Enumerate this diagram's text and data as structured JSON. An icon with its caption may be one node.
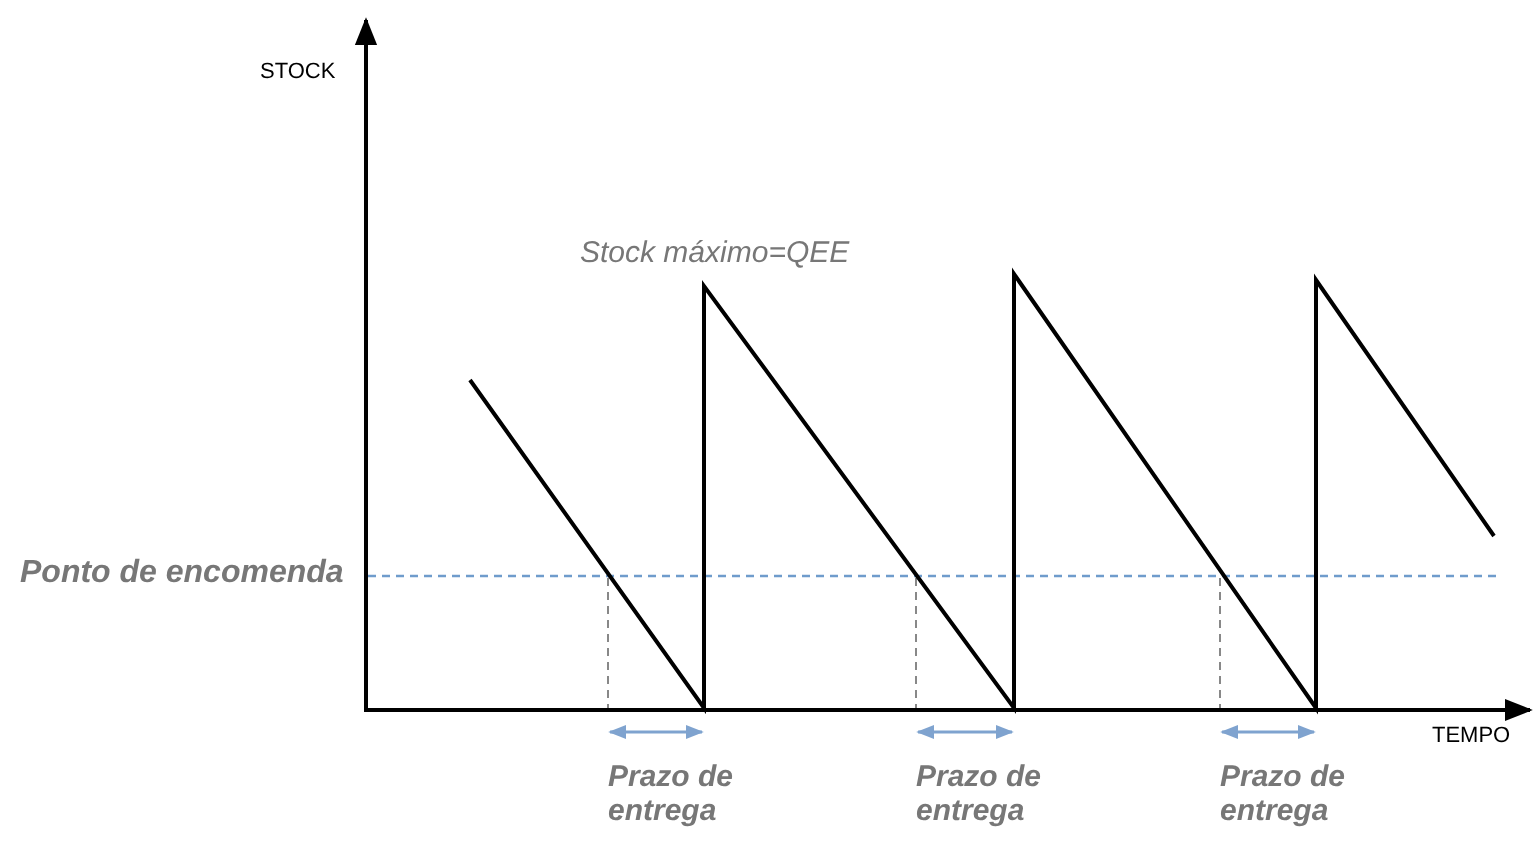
{
  "diagram": {
    "labels": [
      "STOCK",
      "Stock máximo=QEE",
      "Ponto de encomenda",
      "TEMPO",
      "Prazo de entrega",
      "Prazo de entrega",
      "Prazo de entrega"
    ]
  }
}
